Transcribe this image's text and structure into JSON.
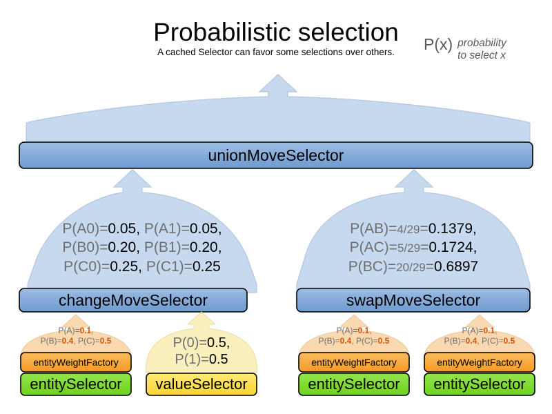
{
  "header": {
    "title": "Probabilistic selection",
    "subtitle": "A cached Selector can favor some selections over others.",
    "legend_symbol": "P(x)",
    "legend_line1": "probability",
    "legend_line2": "to select x"
  },
  "colors": {
    "balloon_blue": "#c6d9ef",
    "box_blue": "#7ba7d7",
    "balloon_peach": "#fad9b0",
    "box_orange": "#f9a83c",
    "box_green": "#7ddc34",
    "balloon_cream": "#faf0bd",
    "box_yellow": "#fcdf4c",
    "stroke": "#000000",
    "balloon_stroke": "#b3c6de",
    "label_gray": "#6e6e6e",
    "value_orange": "#d2540a"
  },
  "nodes": {
    "root_balloon": {
      "name": "root-output-balloon"
    },
    "union": {
      "label": "unionMoveSelector"
    },
    "change": {
      "label": "changeMoveSelector"
    },
    "swap": {
      "label": "swapMoveSelector"
    }
  },
  "change_probabilities": {
    "line1": [
      {
        "label": "P(A0)=",
        "value": "0.05,"
      },
      {
        "label": "P(A1)=",
        "value": "0.05,"
      }
    ],
    "line2": [
      {
        "label": "P(B0)=",
        "value": "0.20,"
      },
      {
        "label": "P(B1)=",
        "value": "0.20,"
      }
    ],
    "line3": [
      {
        "label": "P(C0)=",
        "value": "0.25,"
      },
      {
        "label": "P(C1)=",
        "value": "0.25"
      }
    ]
  },
  "swap_probabilities": [
    {
      "label": "P(AB)=",
      "fraction": "4/29",
      "eq": "=",
      "value": "0.1379,"
    },
    {
      "label": "P(AC)=",
      "fraction": "5/29",
      "eq": "=",
      "value": "0.1724,"
    },
    {
      "label": "P(BC)=",
      "fraction": "20/29",
      "eq": "=",
      "value": "0.6897"
    }
  ],
  "columns": [
    {
      "id": "col-entity-1",
      "balloon_type": "peach",
      "balloon_lines": [
        [
          {
            "label": "P(A)=",
            "value": "0.1",
            "sep": ","
          }
        ],
        [
          {
            "label": "P(B)=",
            "value": "0.4",
            "sep": ","
          },
          {
            "label": "P(C)=",
            "value": "0.5",
            "sep": ""
          }
        ]
      ],
      "boxes": [
        {
          "label": "entityWeightFactory",
          "style": "orange"
        },
        {
          "label": "entitySelector",
          "style": "green"
        }
      ]
    },
    {
      "id": "col-value",
      "balloon_type": "cream",
      "balloon_big_lines": [
        {
          "label": "P(0)=",
          "value": "0.5,"
        },
        {
          "label": "P(1)=",
          "value": "0.5"
        }
      ],
      "boxes": [
        {
          "label": "valueSelector",
          "style": "yellow"
        }
      ]
    },
    {
      "id": "col-entity-2",
      "balloon_type": "peach",
      "balloon_lines": [
        [
          {
            "label": "P(A)=",
            "value": "0.1",
            "sep": ","
          }
        ],
        [
          {
            "label": "P(B)=",
            "value": "0.4",
            "sep": ","
          },
          {
            "label": "P(C)=",
            "value": "0.5",
            "sep": ""
          }
        ]
      ],
      "boxes": [
        {
          "label": "entityWeightFactory",
          "style": "orange"
        },
        {
          "label": "entitySelector",
          "style": "green"
        }
      ]
    },
    {
      "id": "col-entity-3",
      "balloon_type": "peach",
      "balloon_lines": [
        [
          {
            "label": "P(A)=",
            "value": "0.1",
            "sep": ","
          }
        ],
        [
          {
            "label": "P(B)=",
            "value": "0.4",
            "sep": ","
          },
          {
            "label": "P(C)=",
            "value": "0.5",
            "sep": ""
          }
        ]
      ],
      "boxes": [
        {
          "label": "entityWeightFactory",
          "style": "orange"
        },
        {
          "label": "entitySelector",
          "style": "green"
        }
      ]
    }
  ]
}
